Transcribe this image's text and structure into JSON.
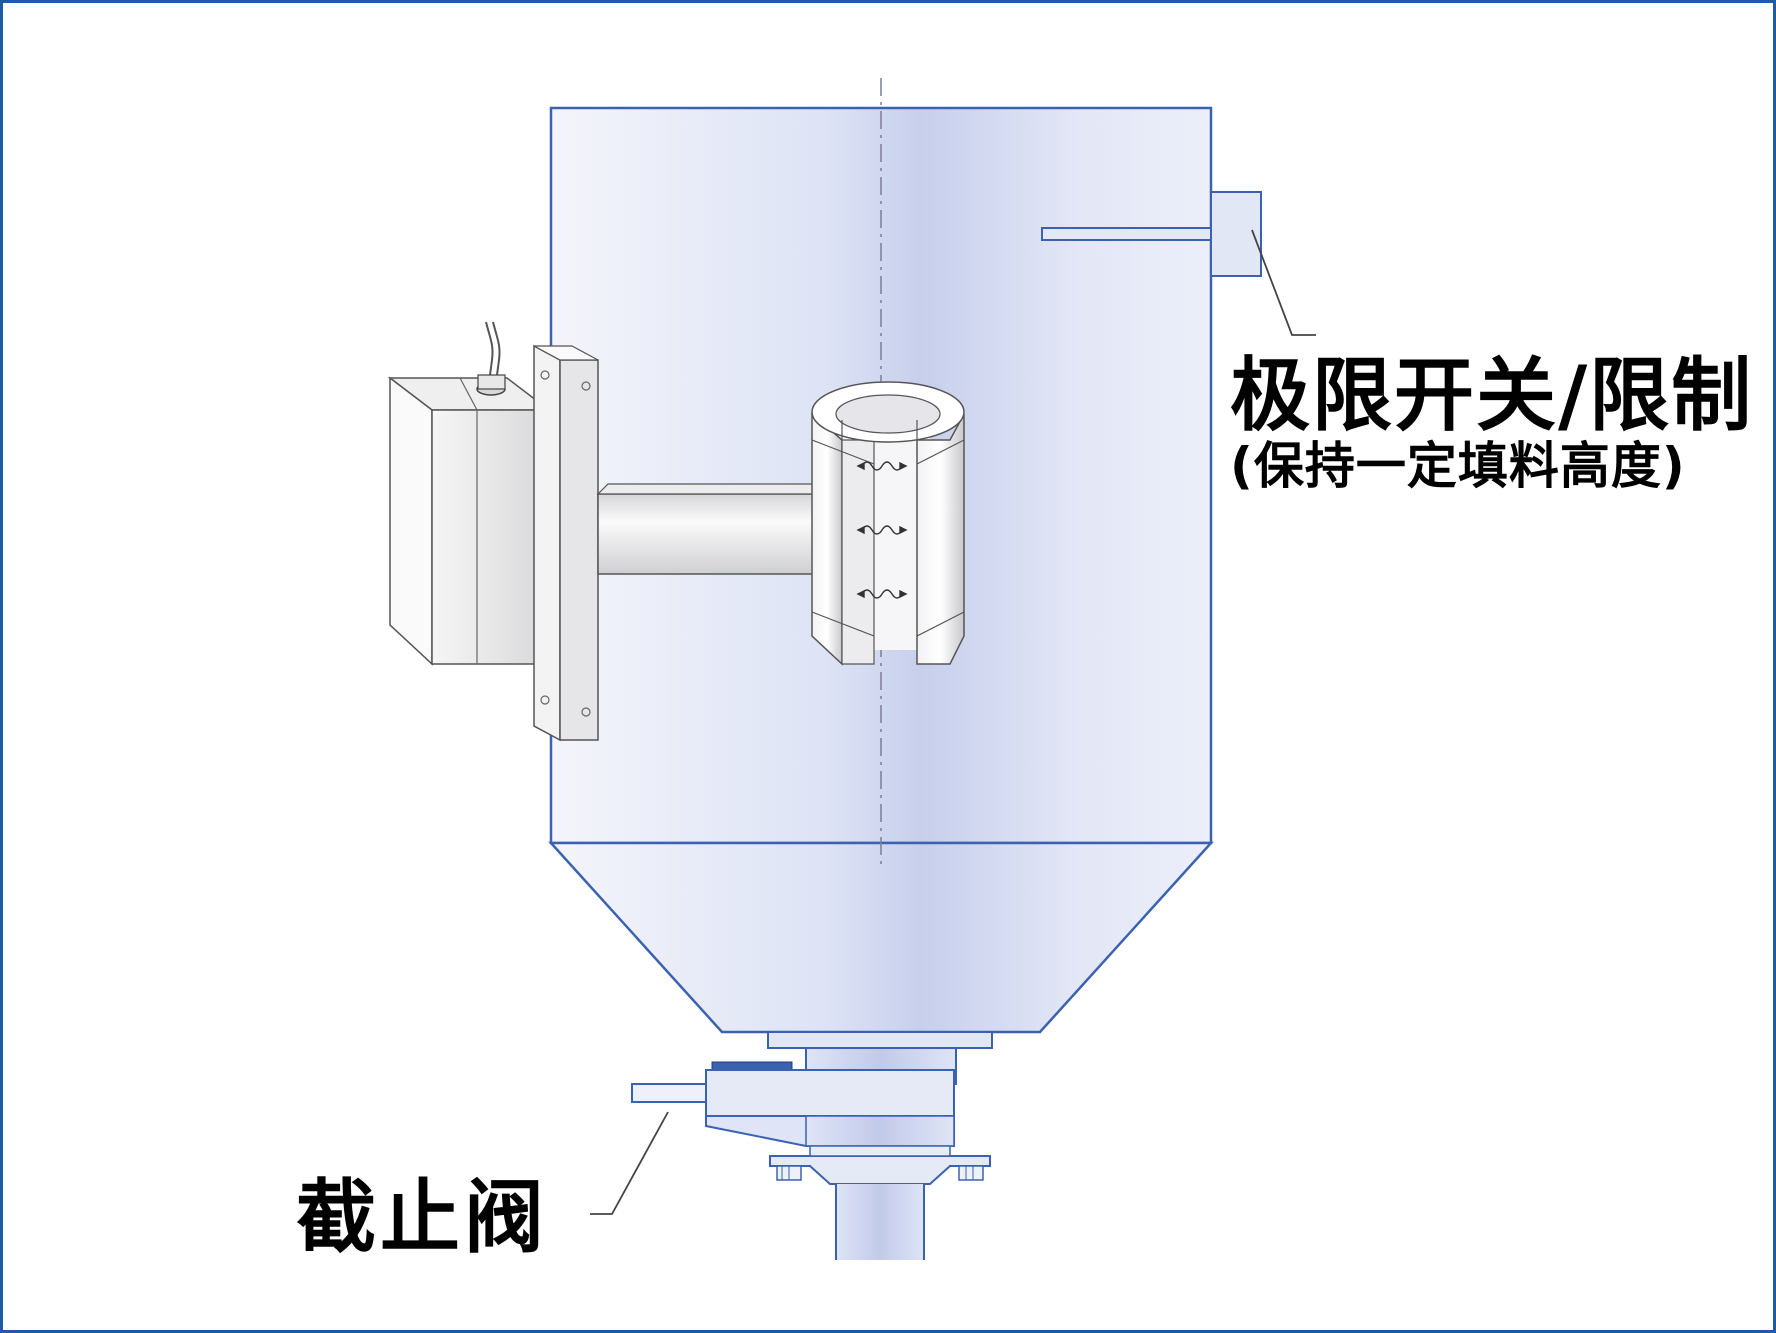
{
  "labels": {
    "limit_switch": "极限开关/限制",
    "limit_switch_note": "(保持一定填料高度)",
    "shutoff_valve": "截止阀"
  },
  "colors": {
    "frame": "#1f5aa6",
    "outline": "#3a62b0",
    "tank_fill": "#dfe4f6",
    "tank_center": "#c3cceb",
    "metal": "#e8e8ea",
    "text": "#000000"
  }
}
